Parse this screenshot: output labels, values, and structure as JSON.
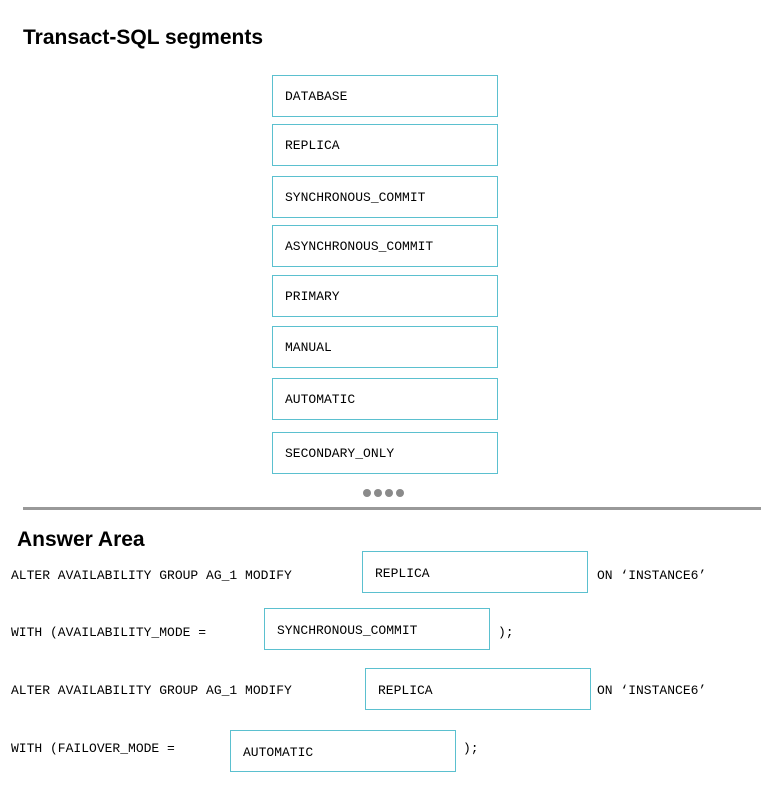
{
  "segments_title": "Transact-SQL segments",
  "segments": [
    "DATABASE",
    "REPLICA",
    "SYNCHRONOUS_COMMIT",
    "ASYNCHRONOUS_COMMIT",
    "PRIMARY",
    "MANUAL",
    "AUTOMATIC",
    "SECONDARY_ONLY"
  ],
  "answer_title": "Answer Area",
  "lines": {
    "l1_prefix": "ALTER AVAILABILITY GROUP AG_1 MODIFY",
    "l1_answer": "REPLICA",
    "l1_suffix": "ON ‘INSTANCE6’",
    "l2_prefix": "WITH (AVAILABILITY_MODE =",
    "l2_answer": "SYNCHRONOUS_COMMIT",
    "l2_suffix": ");",
    "l3_prefix": "ALTER AVAILABILITY GROUP AG_1 MODIFY",
    "l3_answer": "REPLICA",
    "l3_suffix": "ON ‘INSTANCE6’",
    "l4_prefix": "WITH (FAILOVER_MODE =",
    "l4_answer": "AUTOMATIC",
    "l4_suffix": ");"
  },
  "colors": {
    "box_border": "#5bc0cf",
    "divider": "#999999",
    "dots": "#8a8a8a"
  }
}
